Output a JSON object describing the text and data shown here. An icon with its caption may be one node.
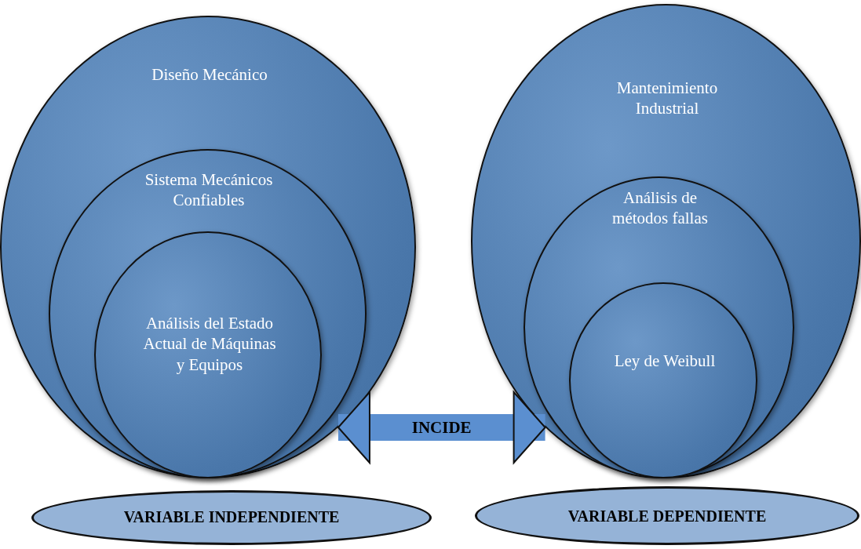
{
  "diagram": {
    "nodes": [
      {
        "text": [
          "Diseño Mecánico"
        ]
      },
      {
        "text": [
          "Sistema Mecánicos Confiables"
        ],
        "in": 0
      },
      {
        "text": [
          "Análisis del Estado Actual de Máquinas y Equipos"
        ],
        "in": 1
      },
      {
        "text": [
          "Mantenimiento Industrial"
        ]
      },
      {
        "text": [
          "Análisis de métodos fallas"
        ],
        "in": 3
      },
      {
        "text": [
          "Ley de Weibull"
        ],
        "in": 4
      },
      {
        "text": [
          "VARIABLE INDEPENDIENTE"
        ]
      },
      {
        "text": [
          "VARIABLE DEPENDIENTE"
        ]
      }
    ],
    "edges": [
      {
        "from": 0,
        "to": 3,
        "arrow": "both",
        "label": "INCIDE"
      }
    ]
  }
}
